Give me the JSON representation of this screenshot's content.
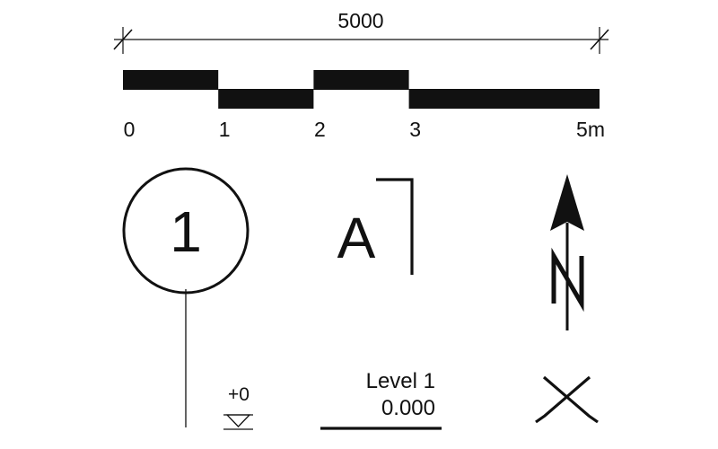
{
  "scale_bar": {
    "dimension_label": "5000",
    "ticks": [
      {
        "value": 0,
        "label": "0"
      },
      {
        "value": 1,
        "label": "1"
      },
      {
        "value": 2,
        "label": "2"
      },
      {
        "value": 3,
        "label": "3"
      },
      {
        "value": 5,
        "label": "5m"
      }
    ],
    "segments": [
      {
        "from": 0,
        "to": 1,
        "position": "upper"
      },
      {
        "from": 1,
        "to": 2,
        "position": "lower"
      },
      {
        "from": 2,
        "to": 3,
        "position": "upper"
      },
      {
        "from": 3,
        "to": 5,
        "position": "lower"
      }
    ],
    "max_value": 5
  },
  "grid_bubble": {
    "label": "1"
  },
  "section_marker": {
    "label": "A"
  },
  "north_arrow": {
    "label": "N"
  },
  "spot_level": {
    "label": "+0"
  },
  "level_marker": {
    "name": "Level 1",
    "elevation": "0.000"
  },
  "colors": {
    "ink": "#111111",
    "background": "#ffffff"
  }
}
